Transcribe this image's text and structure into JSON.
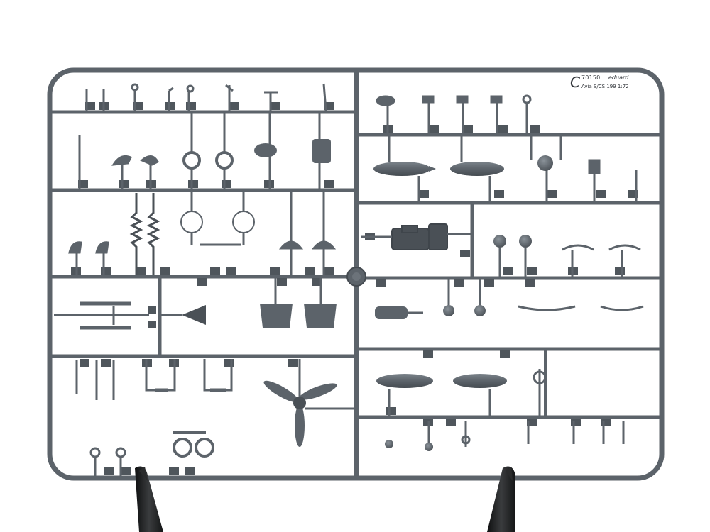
{
  "sprue": {
    "letter": "C",
    "code": "70150",
    "brand": "eduard",
    "subtitle": "Avia S/CS 199 1:72"
  },
  "colors": {
    "background": "#ffffff",
    "plastic": "#5c636a",
    "plastic_light": "#7b838a",
    "plastic_dark": "#3f454b",
    "clamp": "#1d1e1f"
  },
  "objects": [
    "sprue-frame",
    "propeller",
    "drop-tank",
    "seat",
    "clamp-left",
    "clamp-right"
  ]
}
